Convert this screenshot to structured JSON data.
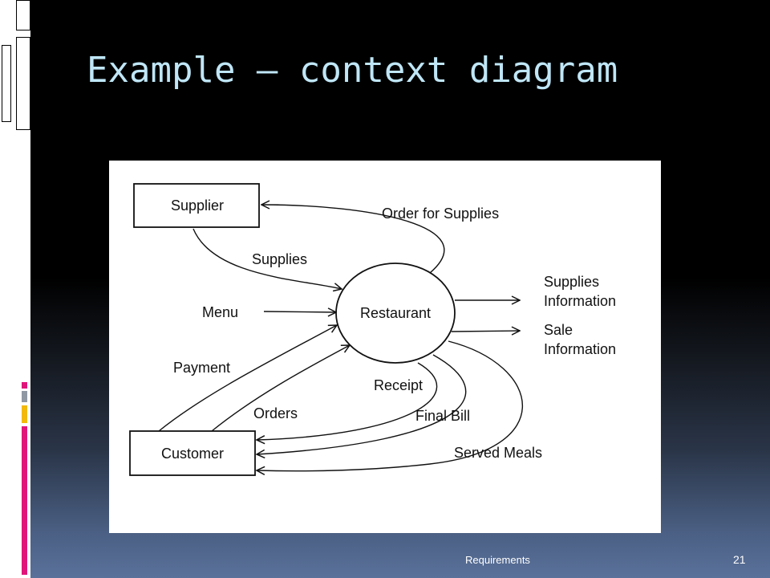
{
  "slide": {
    "title": "Example – context diagram",
    "footer": "Requirements",
    "page_number": "21"
  },
  "colors": {
    "title": "#bfe6f6",
    "accent_pink": "#e0157a",
    "accent_yellow": "#f2b90c",
    "accent_gray": "#9098a4"
  },
  "diagram": {
    "external_entities": {
      "supplier": "Supplier",
      "customer": "Customer"
    },
    "process": "Restaurant",
    "flows": {
      "order_for_supplies": "Order for Supplies",
      "supplies": "Supplies",
      "menu": "Menu",
      "payment": "Payment",
      "orders": "Orders",
      "receipt": "Receipt",
      "final_bill": "Final Bill",
      "served_meals": "Served Meals",
      "supplies_information": [
        "Supplies",
        "Information"
      ],
      "sale_information": [
        "Sale",
        "Information"
      ]
    }
  }
}
